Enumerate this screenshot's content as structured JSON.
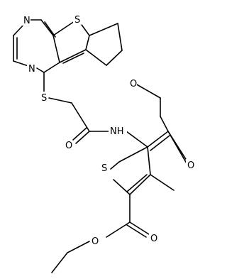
{
  "molecule": {
    "atoms": {
      "n1": "N",
      "n2": "N",
      "s_thieno": "S",
      "s_linker": "S",
      "o_amide": "O",
      "nh": "NH",
      "o_ester_top_alkoxy": "O",
      "o_ester_top_carbonyl": "O",
      "s_thiophene": "S",
      "o_ester_bottom_carbonyl": "O",
      "o_ester_bottom_alkoxy": "O"
    }
  }
}
